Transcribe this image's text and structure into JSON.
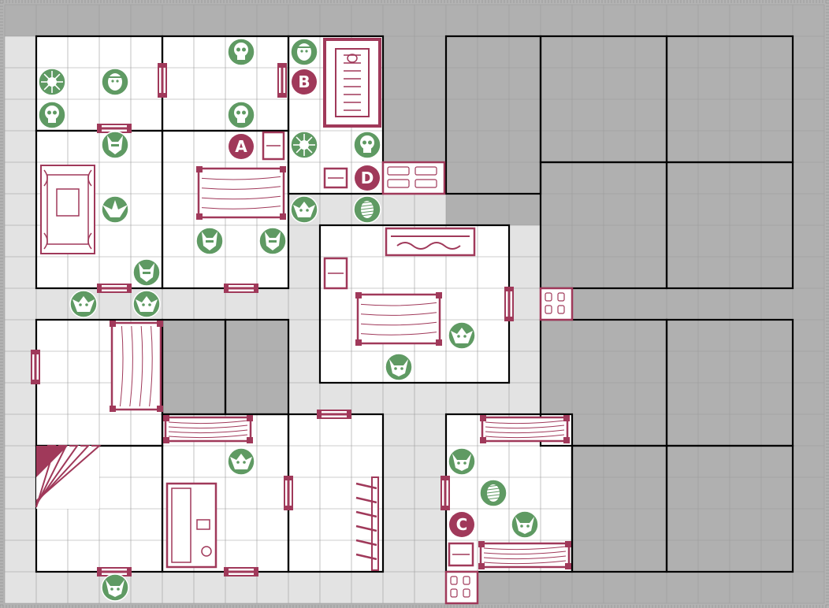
{
  "board": {
    "name": "dungeon-map",
    "colors": {
      "border": "#b3b3b3",
      "corridor": "#e3e3e3",
      "unused": "#b0b0b0",
      "room": "#ffffff",
      "grid": "#9a9a9a",
      "wall": "#000000",
      "accent": "#a0395a",
      "monster": "#5f9a63"
    }
  },
  "markers": [
    {
      "id": "marker-a",
      "label": "A"
    },
    {
      "id": "marker-b",
      "label": "B"
    },
    {
      "id": "marker-c",
      "label": "C"
    },
    {
      "id": "marker-d",
      "label": "D"
    }
  ],
  "monster_types": {
    "skull": "skeleton-icon",
    "goblin": "goblin-icon",
    "orc": "orc-icon",
    "zombie": "zombie-icon",
    "spider": "spider-icon",
    "mummy": "mummy-icon",
    "gargoyle": "gargoyle-icon",
    "dread": "chaos-warrior-icon"
  },
  "furniture_types": [
    "door-icon",
    "table-icon",
    "tomb-icon",
    "sorcerer-table-icon",
    "torture-rack-icon",
    "fireplace-icon",
    "alchemist-bench-icon",
    "weapon-rack-icon",
    "cupboard-icon",
    "bookshelf-icon",
    "chest-icon",
    "rubble-icon",
    "stairs-icon"
  ]
}
